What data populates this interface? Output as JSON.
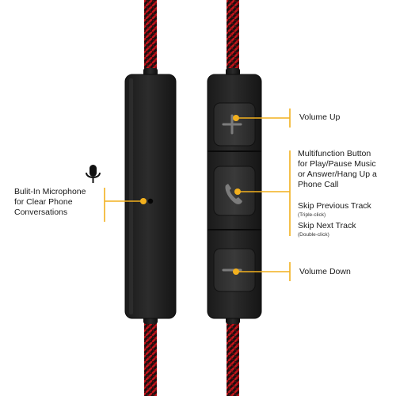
{
  "colors": {
    "accent": "#f2b01e",
    "cable_red": "#c0141a",
    "cable_dark": "#1c0f10",
    "housing": "#242424"
  },
  "microphone": {
    "icon": "microphone-icon",
    "label_lines": [
      "Bulit-In Microphone",
      "for Clear Phone",
      "Conversations"
    ]
  },
  "controls": {
    "volume_up": {
      "icon": "plus-icon",
      "label": "Volume Up"
    },
    "multifunction": {
      "icon": "phone-handset-icon",
      "label_lines": [
        "Multifunction Button",
        "for Play/Pause Music",
        "or Answer/Hang Up a",
        "Phone Call"
      ],
      "skip_previous": "Skip Previous Track",
      "skip_previous_hint": "(Triple-click)",
      "skip_next": "Skip Next Track",
      "skip_next_hint": "(Double-click)"
    },
    "volume_down": {
      "icon": "minus-icon",
      "label": "Volume Down"
    }
  }
}
